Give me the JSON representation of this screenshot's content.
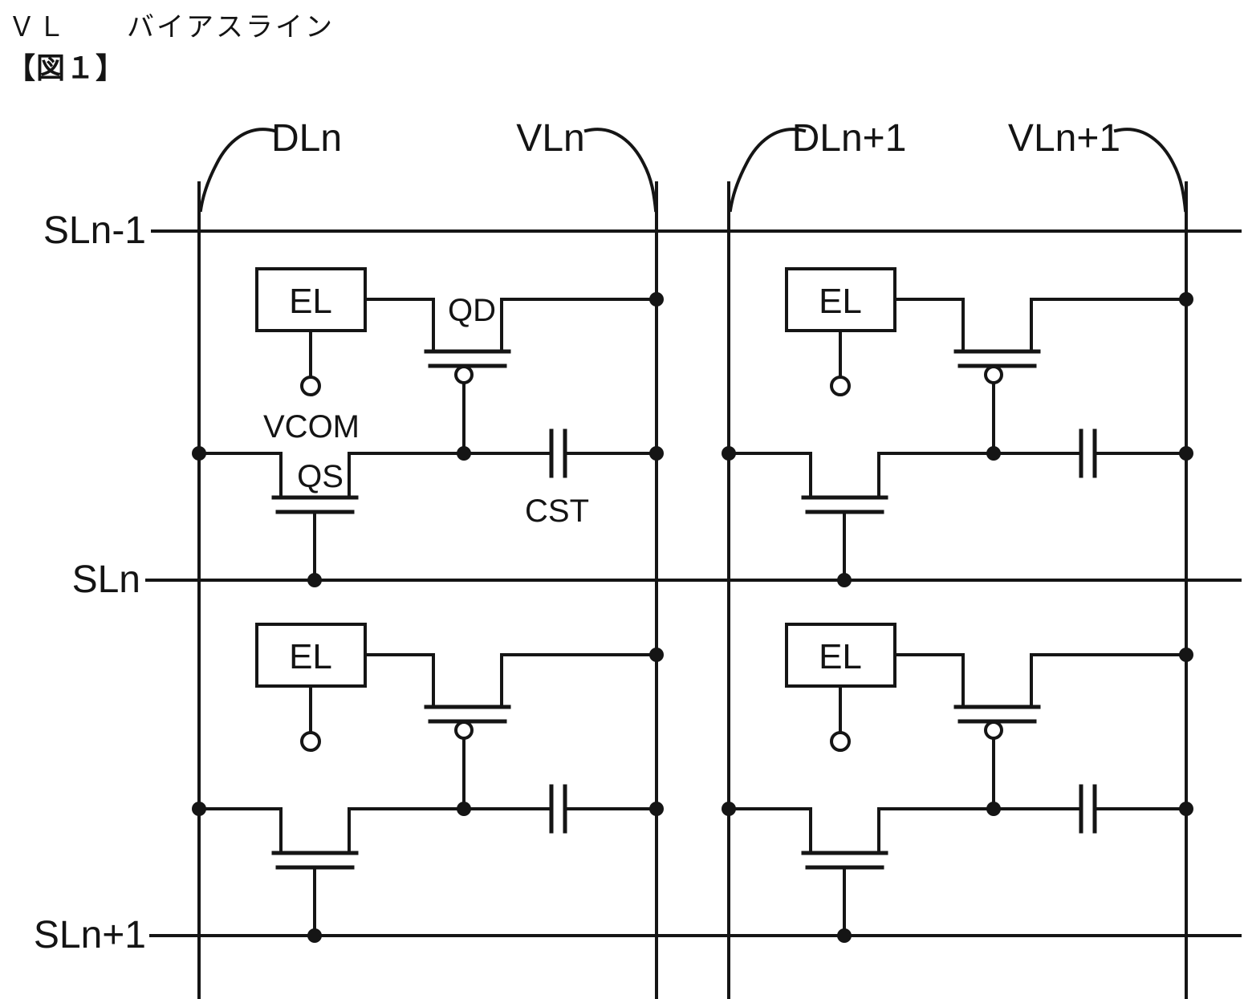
{
  "header": {
    "note": "ＶＬ　　バイアスライン",
    "figure_caption": "【図１】"
  },
  "lines": {
    "data_line_n": "DLn",
    "bias_line_n": "VLn",
    "data_line_n1": "DLn+1",
    "bias_line_n1": "VLn+1",
    "scan_line_prev": "SLn-1",
    "scan_line_n": "SLn",
    "scan_line_next": "SLn+1"
  },
  "labels": {
    "el": "EL",
    "qd": "QD",
    "qs": "QS",
    "vcom": "VCOM",
    "cst": "CST"
  },
  "colors": {
    "ink": "#151515",
    "background": "#ffffff"
  }
}
